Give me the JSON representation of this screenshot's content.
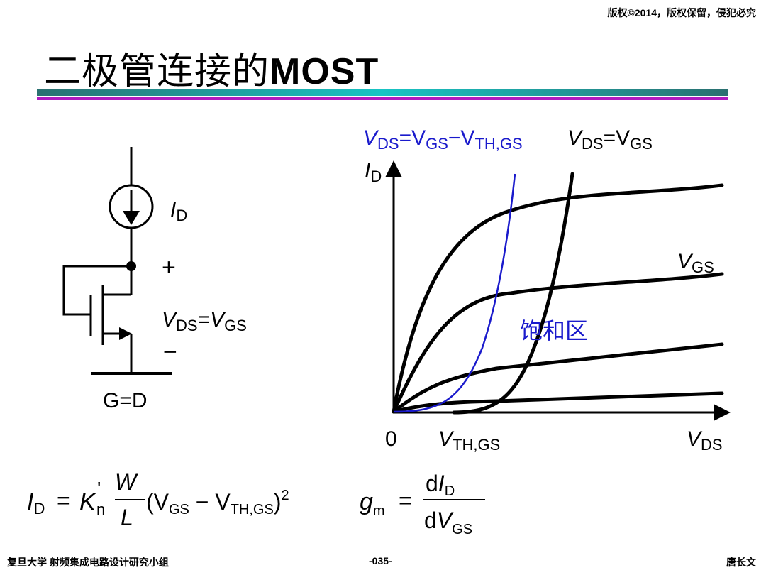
{
  "header": {
    "copyright": "版权©2014，版权保留，侵犯必究",
    "title_cn": "二极管连接的",
    "title_en": "MOST"
  },
  "circuit": {
    "id_main": "I",
    "id_sub": "D",
    "plus": "+",
    "minus": "−",
    "vds_main": "V",
    "vds_sub": "DS",
    "eq": "=",
    "vgs_main": "V",
    "vgs_sub": "GS",
    "ground_label": "G=D"
  },
  "graph": {
    "blue_label": {
      "p1": "V",
      "s1": "DS",
      "p2": "=V",
      "s2": "GS",
      "p3": "−V",
      "s3": "TH,GS"
    },
    "black_label": {
      "p1": "V",
      "s1": "DS",
      "p2": "=V",
      "s2": "GS"
    },
    "y_axis": {
      "main": "I",
      "sub": "D"
    },
    "x_axis": {
      "main": "V",
      "sub": "DS"
    },
    "origin": "0",
    "vth": {
      "main": "V",
      "sub": "TH,GS"
    },
    "vgs_curve": {
      "main": "V",
      "sub": "GS"
    },
    "region_label": "饱和区",
    "colors": {
      "blue": "#1a1acc",
      "curve": "#000000"
    }
  },
  "formulas": {
    "id": {
      "lhs": "I",
      "lhs_sub": "D",
      "eq": "=",
      "k": "K",
      "k_prime": "'",
      "k_sub": "n",
      "num": "W",
      "den": "L",
      "open": "(V",
      "gs_sub": "GS",
      "minus": " − V",
      "th_sub": "TH,GS",
      "close": ")",
      "sq": "2"
    },
    "gm": {
      "lhs": "g",
      "lhs_sub": "m",
      "eq": "=",
      "num_d": "d",
      "num_i": "I",
      "num_sub": "D",
      "den_d": "d",
      "den_v": "V",
      "den_sub": "GS"
    }
  },
  "footer": {
    "left": "复旦大学   射频集成电路设计研究小组",
    "page": "-035-",
    "right": "唐长文"
  }
}
